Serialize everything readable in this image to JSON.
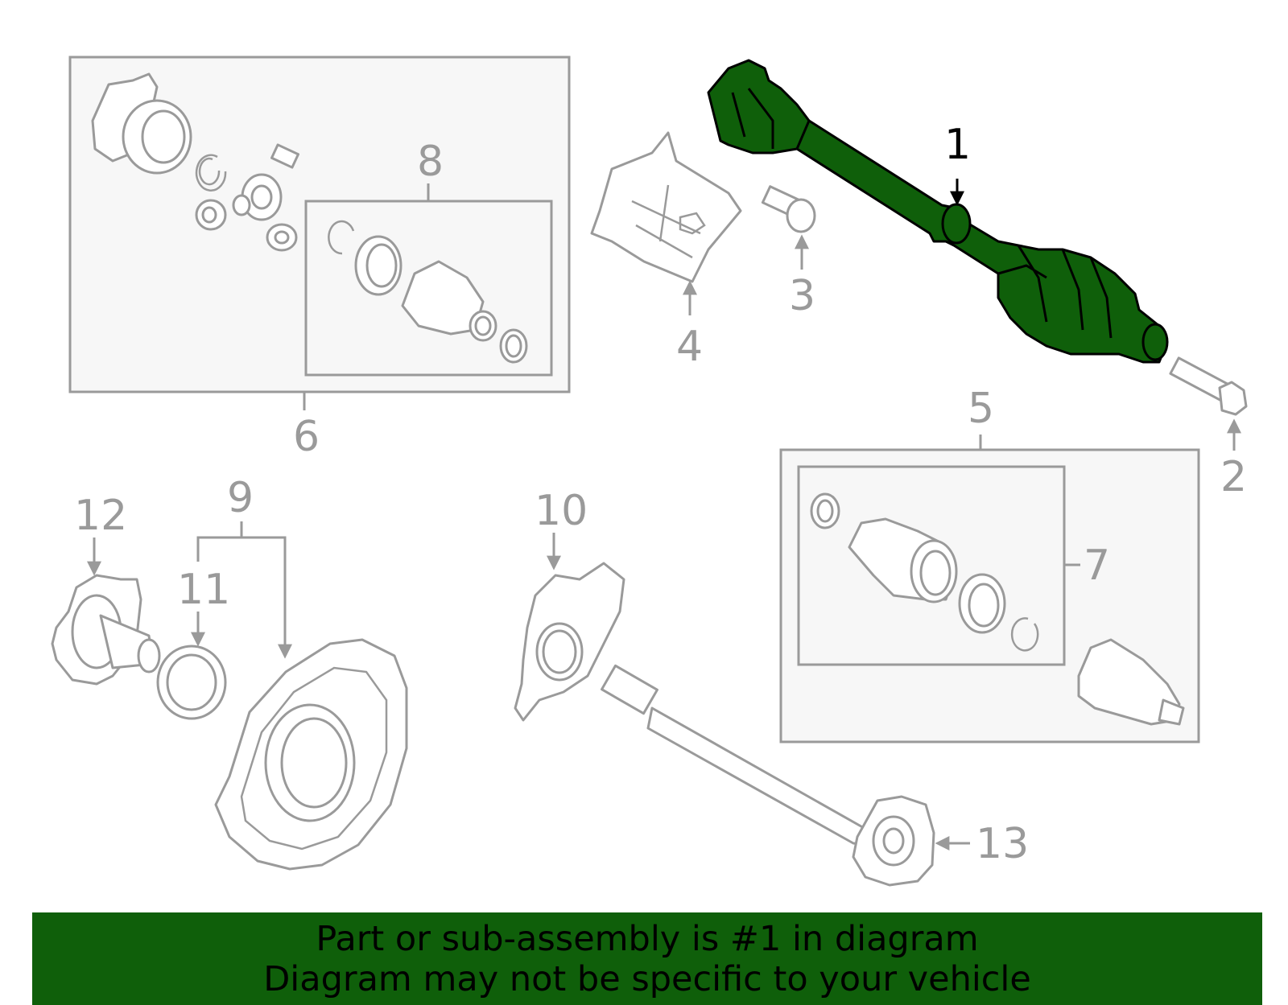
{
  "diagram": {
    "highlight_color": "#0f5f0a",
    "outline_color": "#9a9a9a",
    "callouts": {
      "c1": "1",
      "c2": "2",
      "c3": "3",
      "c4": "4",
      "c5": "5",
      "c6": "6",
      "c7": "7",
      "c8": "8",
      "c9": "9",
      "c10": "10",
      "c11": "11",
      "c12": "12",
      "c13": "13"
    },
    "highlighted_part": "1"
  },
  "banner": {
    "background": "#0f5f0a",
    "line1": "Part or sub-assembly is #1 in diagram",
    "line2": "Diagram may not be specific to your vehicle"
  }
}
